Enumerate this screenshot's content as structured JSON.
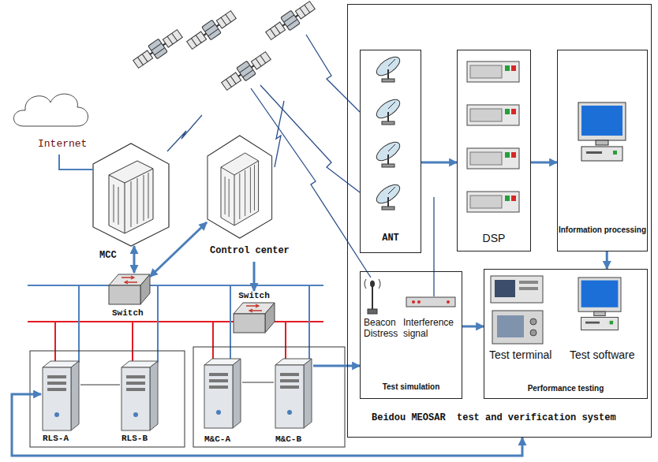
{
  "diagram": {
    "nodes": [
      {
        "text": [
          "Internet"
        ]
      },
      {
        "text": [
          "MCC"
        ]
      },
      {
        "text": [
          "Control center"
        ]
      },
      {
        "text": [
          "Switch"
        ]
      },
      {
        "text": [
          "Switch"
        ]
      },
      {
        "text": [
          "RLS-A"
        ]
      },
      {
        "text": [
          "RLS-B"
        ]
      },
      {
        "text": [
          "M&C-A"
        ]
      },
      {
        "text": [
          "M&C-B"
        ]
      },
      {
        "text": [
          "Beidou MEOSAR  test and verification system"
        ]
      },
      {
        "text": [
          "ANT"
        ],
        "in": 9
      },
      {
        "text": [
          "DSP"
        ],
        "in": 9
      },
      {
        "text": [
          "Information processing"
        ],
        "in": 9
      },
      {
        "text": [
          "Beacon Distress",
          "Interference signal",
          "Test simulation"
        ],
        "in": 9
      },
      {
        "text": [
          "Test terminal",
          "Test software",
          "Performance testing"
        ],
        "in": 9
      }
    ],
    "edges": [
      {
        "from": 0,
        "to": 1,
        "arrow": "none"
      },
      {
        "from": 1,
        "to": 3,
        "arrow": "both"
      },
      {
        "from": 3,
        "to": 2,
        "arrow": "both"
      },
      {
        "from": 2,
        "to": 4,
        "arrow": "to"
      },
      {
        "from": 10,
        "to": 11,
        "arrow": "to"
      },
      {
        "from": 11,
        "to": 12,
        "arrow": "to"
      },
      {
        "from": 12,
        "to": 14,
        "arrow": "to"
      },
      {
        "from": 13,
        "to": 14,
        "arrow": "to"
      },
      {
        "from": 8,
        "to": 13,
        "arrow": "to"
      },
      {
        "from": 9,
        "to": 5,
        "arrow": "both"
      },
      {
        "from": 5,
        "to": 6,
        "arrow": "none"
      },
      {
        "from": 7,
        "to": 8,
        "arrow": "none"
      }
    ]
  }
}
